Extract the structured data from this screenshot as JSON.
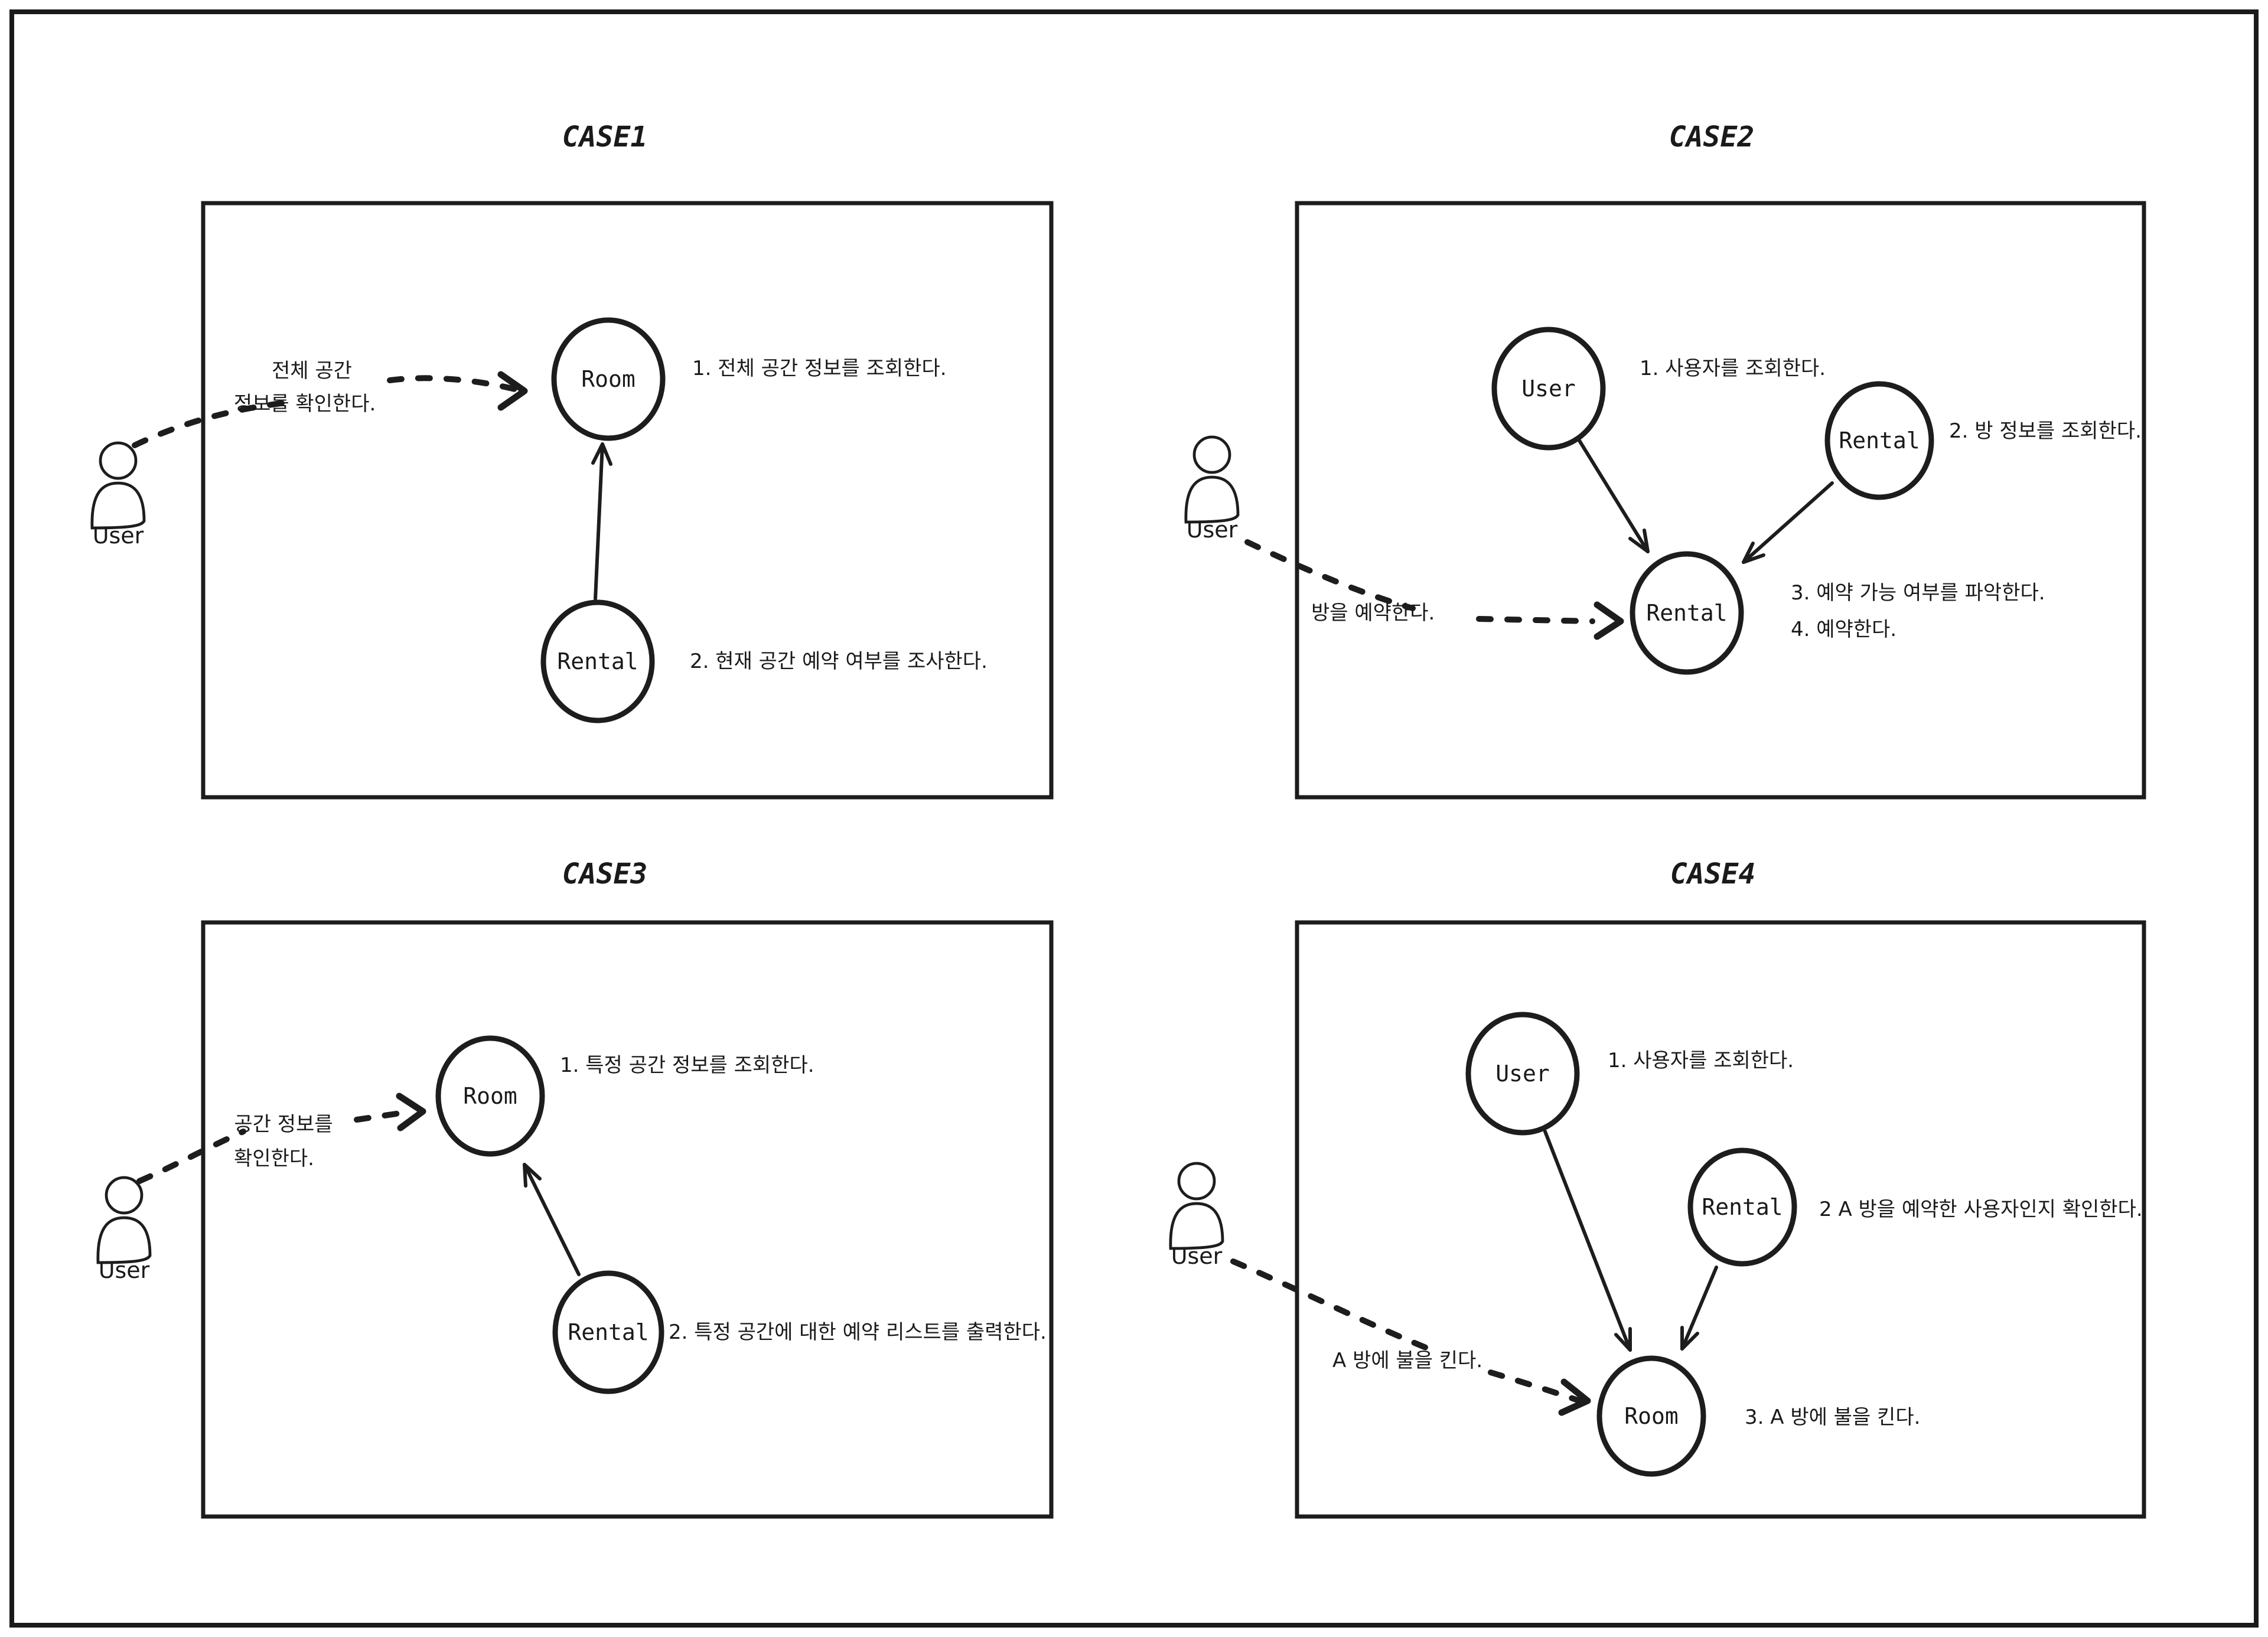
{
  "colors": {
    "ink": "#1c1c1c",
    "title": "#e03131"
  },
  "cases": [
    {
      "title": "CASE1",
      "actor_label": "User",
      "action_lines": [
        "전체 공간",
        "정보를 확인한다."
      ],
      "nodes": [
        {
          "label": "Room"
        },
        {
          "label": "Rental"
        }
      ],
      "notes": [
        "1. 전체 공간 정보를 조회한다.",
        "2. 현재 공간 예약 여부를 조사한다."
      ]
    },
    {
      "title": "CASE2",
      "actor_label": "User",
      "action_lines": [
        "방을 예약한다."
      ],
      "nodes": [
        {
          "label": "User"
        },
        {
          "label": "Rental"
        },
        {
          "label": "Rental"
        }
      ],
      "notes": [
        "1. 사용자를 조회한다.",
        "2. 방 정보를 조회한다.",
        "3. 예약 가능 여부를 파악한다.",
        "4. 예약한다."
      ]
    },
    {
      "title": "CASE3",
      "actor_label": "User",
      "action_lines": [
        "공간 정보를",
        "확인한다."
      ],
      "nodes": [
        {
          "label": "Room"
        },
        {
          "label": "Rental"
        }
      ],
      "notes": [
        "1. 특정 공간 정보를 조회한다.",
        "2. 특정 공간에 대한 예약 리스트를 출력한다."
      ]
    },
    {
      "title": "CASE4",
      "actor_label": "User",
      "action_lines": [
        "A 방에 불을 킨다."
      ],
      "nodes": [
        {
          "label": "User"
        },
        {
          "label": "Rental"
        },
        {
          "label": "Room"
        }
      ],
      "notes": [
        "1. 사용자를 조회한다.",
        "2 A 방을 예약한 사용자인지 확인한다.",
        "3. A 방에 불을 킨다."
      ]
    }
  ]
}
